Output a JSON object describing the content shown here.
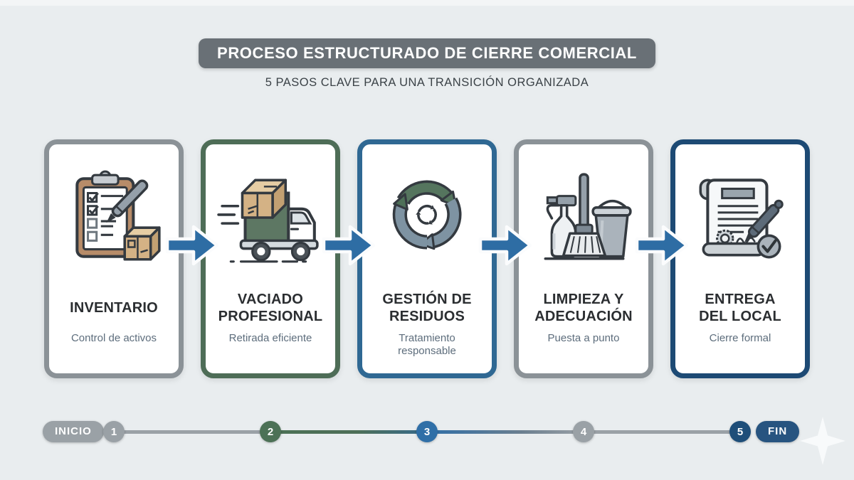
{
  "header": {
    "title": "PROCESO ESTRUCTURADO DE CIERRE COMERCIAL",
    "subtitle": "5 PASOS CLAVE PARA UNA TRANSICIÓN ORGANIZADA",
    "banner_color": "#697076"
  },
  "steps": [
    {
      "number": "1",
      "title": "INVENTARIO",
      "subtitle": "Control de activos",
      "icon": "clipboard-checklist-box-icon",
      "border_color": "#8b9297",
      "node_color": "#9aa1a6"
    },
    {
      "number": "2",
      "title": "VACIADO\nPROFESIONAL",
      "subtitle": "Retirada eficiente",
      "icon": "moving-truck-icon",
      "border_color": "#4e6d57",
      "node_color": "#4c7156"
    },
    {
      "number": "3",
      "title": "GESTIÓN DE\nRESIDUOS",
      "subtitle": "Tratamiento\nresponsable",
      "icon": "recycle-arrows-icon",
      "border_color": "#2f6893",
      "node_color": "#2f6fa7"
    },
    {
      "number": "4",
      "title": "LIMPIEZA Y\nADECUACIÓN",
      "subtitle": "Puesta a punto",
      "icon": "cleaning-supplies-icon",
      "border_color": "#8b9297",
      "node_color": "#9aa1a6"
    },
    {
      "number": "5",
      "title": "ENTREGA\nDEL LOCAL",
      "subtitle": "Cierre formal",
      "icon": "signed-document-icon",
      "border_color": "#1d4a74",
      "node_color": "#1e4e79"
    }
  ],
  "flow": {
    "arrow_color": "#2e6da4"
  },
  "timeline": {
    "start_label": "INICIO",
    "end_label": "FIN",
    "start_color": "#9aa1a6",
    "end_color": "#275480",
    "nodes": [
      "1",
      "2",
      "3",
      "4",
      "5"
    ],
    "segment_colors": [
      "#9aa1a6",
      "#4e7058",
      "#2f6fa7-to-#9aa1a6",
      "#9aa1a6"
    ]
  }
}
